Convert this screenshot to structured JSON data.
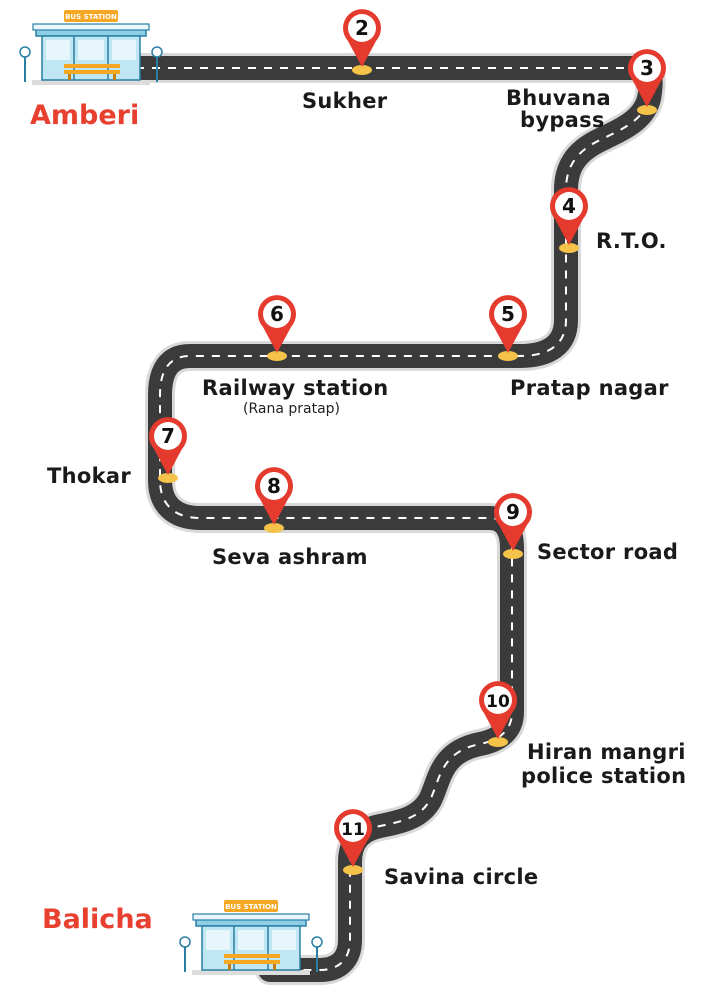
{
  "start_city": "Amberi",
  "end_city": "Balicha",
  "bus_station_sign": "BUS STATION",
  "stops": [
    {
      "number": "2",
      "label": "Sukher"
    },
    {
      "number": "3",
      "label": [
        "Bhuvana",
        "bypass"
      ]
    },
    {
      "number": "4",
      "label": "R.T.O."
    },
    {
      "number": "5",
      "label": "Pratap nagar"
    },
    {
      "number": "6",
      "label": "Railway station",
      "sublabel": "(Rana pratap)"
    },
    {
      "number": "7",
      "label": "Thokar"
    },
    {
      "number": "8",
      "label": "Seva ashram"
    },
    {
      "number": "9",
      "label": "Sector road"
    },
    {
      "number": "10",
      "label": [
        "Hiran mangri",
        "police station"
      ]
    },
    {
      "number": "11",
      "label": "Savina circle"
    }
  ],
  "colors": {
    "road": "#3b3b3b",
    "road_edge": "#d9d9d9",
    "pin": "#e53a2e",
    "pin_base": "#f5c24a",
    "city_text": "#e8402e",
    "sign": "#f5a623",
    "glass": "#bfe6f3"
  }
}
